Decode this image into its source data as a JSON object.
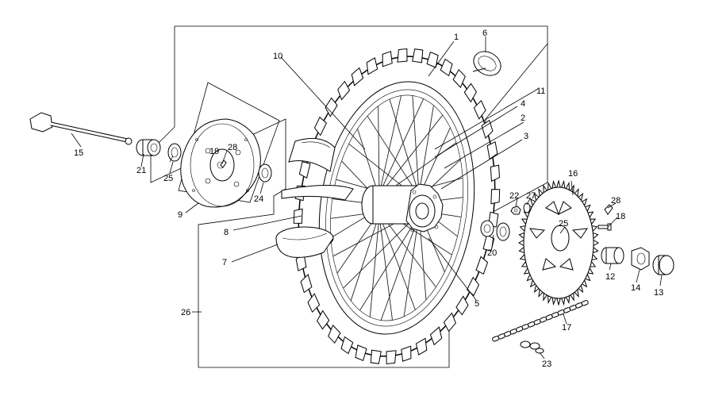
{
  "diagram": {
    "callouts": [
      {
        "id": "c1",
        "label": "1"
      },
      {
        "id": "c2",
        "label": "2"
      },
      {
        "id": "c3",
        "label": "3"
      },
      {
        "id": "c4",
        "label": "4"
      },
      {
        "id": "c5",
        "label": "5"
      },
      {
        "id": "c6",
        "label": "6"
      },
      {
        "id": "c7",
        "label": "7"
      },
      {
        "id": "c8",
        "label": "8"
      },
      {
        "id": "c9",
        "label": "9"
      },
      {
        "id": "c10",
        "label": "10"
      },
      {
        "id": "c11",
        "label": "11"
      },
      {
        "id": "c12",
        "label": "12"
      },
      {
        "id": "c13",
        "label": "13"
      },
      {
        "id": "c14",
        "label": "14"
      },
      {
        "id": "c15",
        "label": "15"
      },
      {
        "id": "c16",
        "label": "16"
      },
      {
        "id": "c17",
        "label": "17"
      },
      {
        "id": "c18",
        "label": "18"
      },
      {
        "id": "c19",
        "label": "19"
      },
      {
        "id": "c20",
        "label": "20"
      },
      {
        "id": "c21",
        "label": "21"
      },
      {
        "id": "c22",
        "label": "22"
      },
      {
        "id": "c23",
        "label": "23"
      },
      {
        "id": "c24",
        "label": "24"
      },
      {
        "id": "c25a",
        "label": "25"
      },
      {
        "id": "c25b",
        "label": "25"
      },
      {
        "id": "c26",
        "label": "26"
      },
      {
        "id": "c27",
        "label": "27"
      },
      {
        "id": "c28a",
        "label": "28"
      },
      {
        "id": "c28b",
        "label": "28"
      }
    ]
  }
}
